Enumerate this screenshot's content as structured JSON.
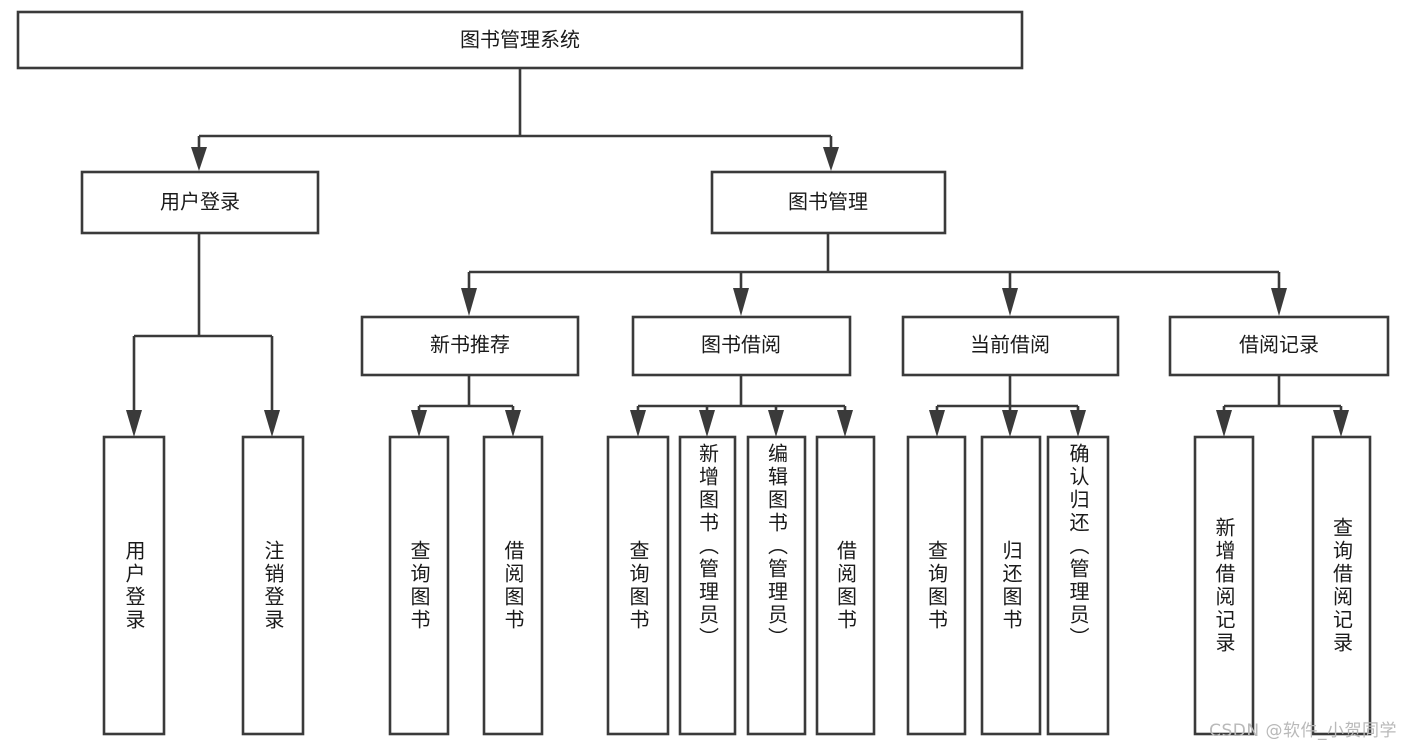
{
  "diagram": {
    "type": "tree-hierarchy",
    "title": "图书管理系统",
    "watermark": "CSDN @软件_小贺同学",
    "colors": {
      "stroke": "#3a3a3a",
      "box_fill": "#ffffff",
      "text": "#1a1a1a",
      "background": "#ffffff",
      "watermark": "#b9b9b9"
    },
    "root": {
      "label": "图书管理系统",
      "orientation": "horizontal"
    },
    "level2": [
      {
        "id": "user-login",
        "label": "用户登录",
        "orientation": "horizontal"
      },
      {
        "id": "book-manage",
        "label": "图书管理",
        "orientation": "horizontal"
      }
    ],
    "level3": [
      {
        "id": "new-book-recommend",
        "label": "新书推荐",
        "orientation": "horizontal",
        "parent": "book-manage"
      },
      {
        "id": "book-borrow",
        "label": "图书借阅",
        "orientation": "horizontal",
        "parent": "book-manage"
      },
      {
        "id": "current-borrow",
        "label": "当前借阅",
        "orientation": "horizontal",
        "parent": "book-manage"
      },
      {
        "id": "borrow-record",
        "label": "借阅记录",
        "orientation": "horizontal",
        "parent": "book-manage"
      }
    ],
    "leaves": [
      {
        "id": "leaf-user-login",
        "label": "用户登录",
        "orientation": "vertical",
        "parent": "user-login"
      },
      {
        "id": "leaf-user-logout",
        "label": "注销登录",
        "orientation": "vertical",
        "parent": "user-login"
      },
      {
        "id": "leaf-query-book-1",
        "label": "查询图书",
        "orientation": "vertical",
        "parent": "new-book-recommend"
      },
      {
        "id": "leaf-borrow-book-1",
        "label": "借阅图书",
        "orientation": "vertical",
        "parent": "new-book-recommend"
      },
      {
        "id": "leaf-query-book-2",
        "label": "查询图书",
        "orientation": "vertical",
        "parent": "book-borrow"
      },
      {
        "id": "leaf-add-book",
        "label": "新增图书（管理员）",
        "orientation": "vertical",
        "parent": "book-borrow"
      },
      {
        "id": "leaf-edit-book",
        "label": "编辑图书（管理员）",
        "orientation": "vertical",
        "parent": "book-borrow"
      },
      {
        "id": "leaf-borrow-book-2",
        "label": "借阅图书",
        "orientation": "vertical",
        "parent": "book-borrow"
      },
      {
        "id": "leaf-query-book-3",
        "label": "查询图书",
        "orientation": "vertical",
        "parent": "current-borrow"
      },
      {
        "id": "leaf-return-book",
        "label": "归还图书",
        "orientation": "vertical",
        "parent": "current-borrow"
      },
      {
        "id": "leaf-confirm-return",
        "label": "确认归还（管理员）",
        "orientation": "vertical",
        "parent": "current-borrow"
      },
      {
        "id": "leaf-add-record",
        "label": "新增借阅记录",
        "orientation": "vertical",
        "parent": "borrow-record"
      },
      {
        "id": "leaf-query-record",
        "label": "查询借阅记录",
        "orientation": "vertical",
        "parent": "borrow-record"
      }
    ]
  }
}
